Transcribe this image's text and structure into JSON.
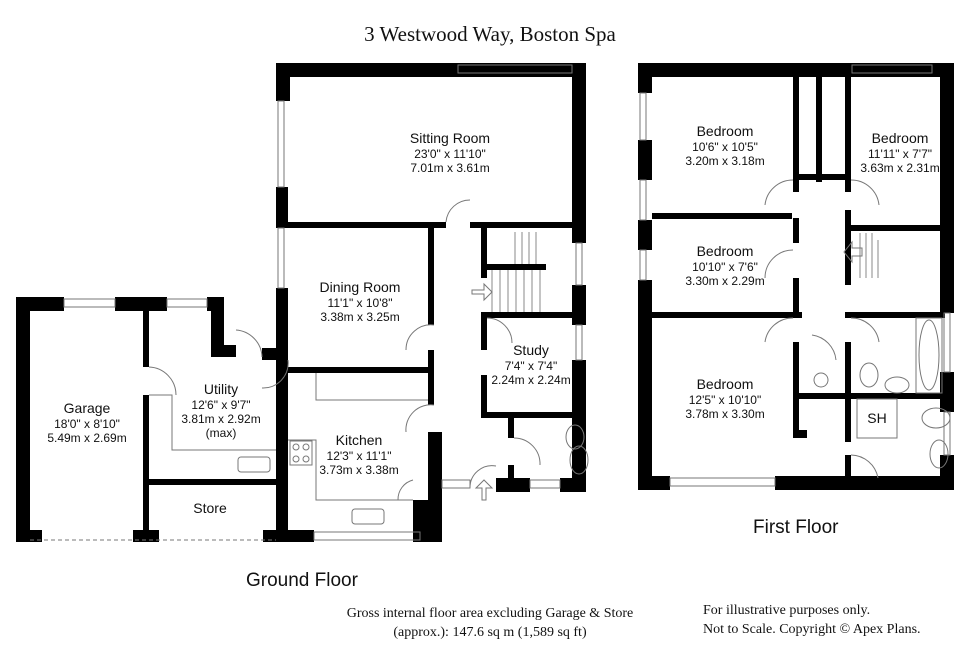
{
  "title": "3 Westwood Way, Boston Spa",
  "ground_floor": {
    "label": "Ground Floor",
    "rooms": [
      {
        "name": "Sitting Room",
        "imperial": "23'0\" x 11'10\"",
        "metric": "7.01m x 3.61m"
      },
      {
        "name": "Dining Room",
        "imperial": "11'1\" x 10'8\"",
        "metric": "3.38m x 3.25m"
      },
      {
        "name": "Study",
        "imperial": "7'4\" x 7'4\"",
        "metric": "2.24m x 2.24m"
      },
      {
        "name": "Kitchen",
        "imperial": "12'3\" x 11'1\"",
        "metric": "3.73m x 3.38m"
      },
      {
        "name": "Utility",
        "imperial": "12'6\" x 9'7\"",
        "metric": "3.81m x 2.92m",
        "note": "(max)"
      },
      {
        "name": "Garage",
        "imperial": "18'0\" x 8'10\"",
        "metric": "5.49m x 2.69m"
      },
      {
        "name": "Store"
      }
    ]
  },
  "first_floor": {
    "label": "First Floor",
    "rooms": [
      {
        "name": "Bedroom",
        "imperial": "10'6\" x 10'5\"",
        "metric": "3.20m x 3.18m"
      },
      {
        "name": "Bedroom",
        "imperial": "11'11\" x 7'7\"",
        "metric": "3.63m x 2.31m"
      },
      {
        "name": "Bedroom",
        "imperial": "10'10\" x 7'6\"",
        "metric": "3.30m x 2.29m"
      },
      {
        "name": "Bedroom",
        "imperial": "12'5\" x 10'10\"",
        "metric": "3.78m x 3.30m"
      },
      {
        "name": "SH"
      }
    ]
  },
  "footer": {
    "area_line1": "Gross internal floor area excluding Garage & Store",
    "area_line2": "(approx.): 147.6 sq m (1,589 sq ft)",
    "disclaimer_line1": "For illustrative purposes only.",
    "disclaimer_line2": "Not to Scale. Copyright © Apex Plans."
  }
}
